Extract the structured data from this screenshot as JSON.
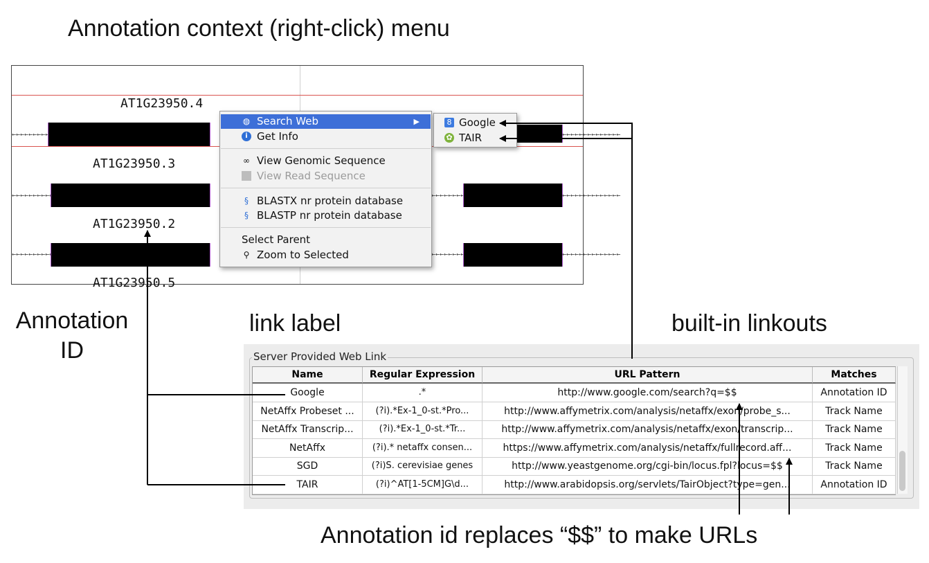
{
  "figure": {
    "title": "Annotation context (right-click) menu",
    "annotation_id_label": "Annotation\nID",
    "link_label": "link label",
    "builtin_linkouts": "built-in linkouts",
    "replace_note": "Annotation id replaces “$$” to make URLs"
  },
  "browser": {
    "transcripts": [
      "AT1G23950.4",
      "AT1G23950.3",
      "AT1G23950.2",
      "AT1G23950.5"
    ],
    "intron_glyph": "←←←←←←←←←←←←←←"
  },
  "context_menu": {
    "items": [
      {
        "label": "Search Web",
        "icon": "globe-icon",
        "selected": true,
        "submenu": true
      },
      {
        "label": "Get Info",
        "icon": "info-icon"
      },
      {
        "label": "View Genomic Sequence",
        "icon": "binoculars-icon"
      },
      {
        "label": "View Read Sequence",
        "icon": "sequence-icon",
        "disabled": true
      },
      {
        "label": "BLASTX nr protein database",
        "icon": "blast-icon"
      },
      {
        "label": "BLASTP nr protein database",
        "icon": "blast-icon"
      },
      {
        "label": "Select Parent"
      },
      {
        "label": "Zoom to Selected",
        "icon": "magnifier-icon"
      }
    ],
    "submenu": [
      {
        "label": "Google",
        "icon": "google-icon",
        "color": "#3d7be0"
      },
      {
        "label": "TAIR",
        "icon": "tair-icon",
        "color": "#7fb33c"
      }
    ],
    "selected_color": "#3d6fd8"
  },
  "weblinks": {
    "legend": "Server Provided Web Link",
    "columns": [
      "Name",
      "Regular Expression",
      "URL Pattern",
      "Matches"
    ],
    "rows": [
      [
        "Google",
        ".*",
        "http://www.google.com/search?q=$$",
        "Annotation ID"
      ],
      [
        "NetAffx Probeset ...",
        "(?i).*Ex-1_0-st.*Pro...",
        "http://www.affymetrix.com/analysis/netaffx/exon/probe_s...",
        "Track Name"
      ],
      [
        "NetAffx Transcrip...",
        "(?i).*Ex-1_0-st.*Tr...",
        "http://www.affymetrix.com/analysis/netaffx/exon/transcrip...",
        "Track Name"
      ],
      [
        "NetAffx",
        "(?i).* netaffx consen...",
        "https://www.affymetrix.com/analysis/netaffx/fullrecord.aff...",
        "Track Name"
      ],
      [
        "SGD",
        "(?i)S. cerevisiae genes",
        "http://www.yeastgenome.org/cgi-bin/locus.fpl?locus=$$",
        "Track Name"
      ],
      [
        "TAIR",
        "(?i)^AT[1-5CM]G\\d...",
        "http://www.arabidopsis.org/servlets/TairObject?type=gen...",
        "Annotation ID"
      ]
    ]
  }
}
